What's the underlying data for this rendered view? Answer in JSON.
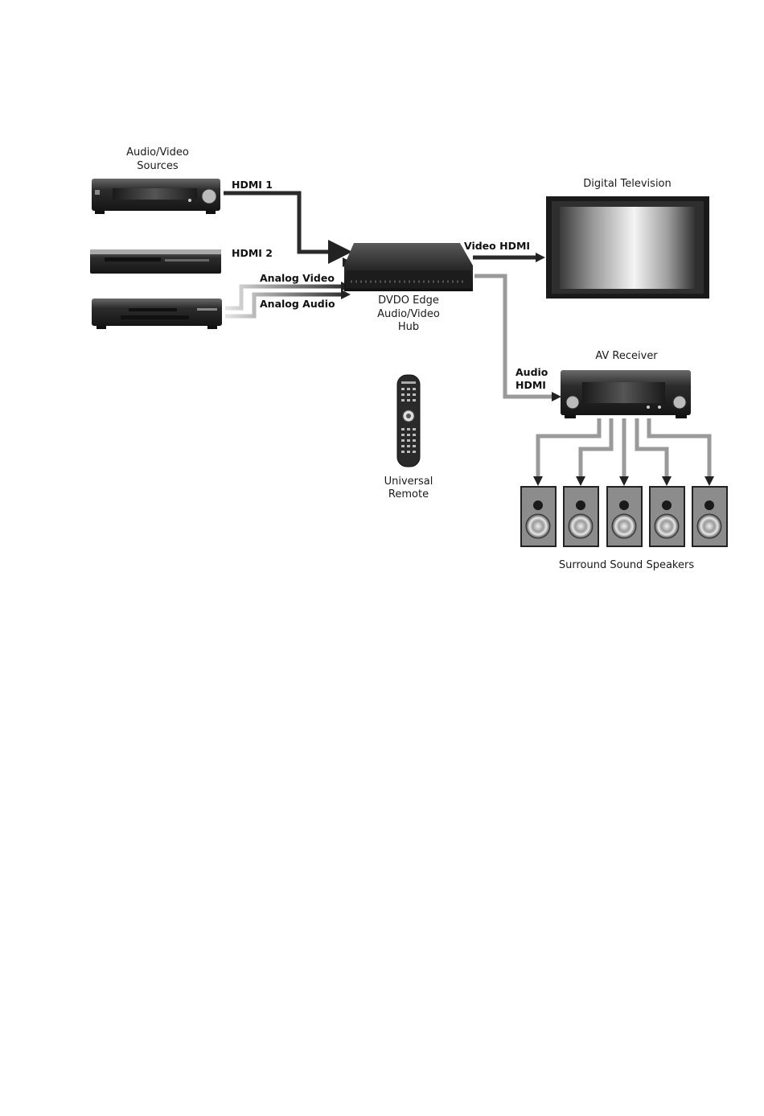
{
  "sources": {
    "title_line1": "Audio/Video",
    "title_line2": "Sources"
  },
  "links": {
    "hdmi1": "HDMI 1",
    "hdmi2": "HDMI 2",
    "analog_video": "Analog Video",
    "analog_audio": "Analog Audio",
    "video_hdmi": "Video HDMI",
    "audio_hdmi_line1": "Audio",
    "audio_hdmi_line2": "HDMI"
  },
  "hub": {
    "line1": "DVDO Edge",
    "line2": "Audio/Video",
    "line3": "Hub"
  },
  "tv": {
    "label": "Digital Television"
  },
  "receiver": {
    "label": "AV Receiver"
  },
  "remote": {
    "line1": "Universal",
    "line2": "Remote"
  },
  "speakers": {
    "label": "Surround Sound Speakers",
    "count": 5
  },
  "colors": {
    "device_dark": "#2a2a2a",
    "arrow_dark": "#222222",
    "arrow_gray": "#9a9a9a",
    "speaker_gray": "#8c8c8c"
  },
  "icons": [
    "av-source-device-icon",
    "dvd-player-icon",
    "vcr-icon",
    "hub-box-icon",
    "television-icon",
    "receiver-icon",
    "remote-icon",
    "speaker-icon"
  ]
}
